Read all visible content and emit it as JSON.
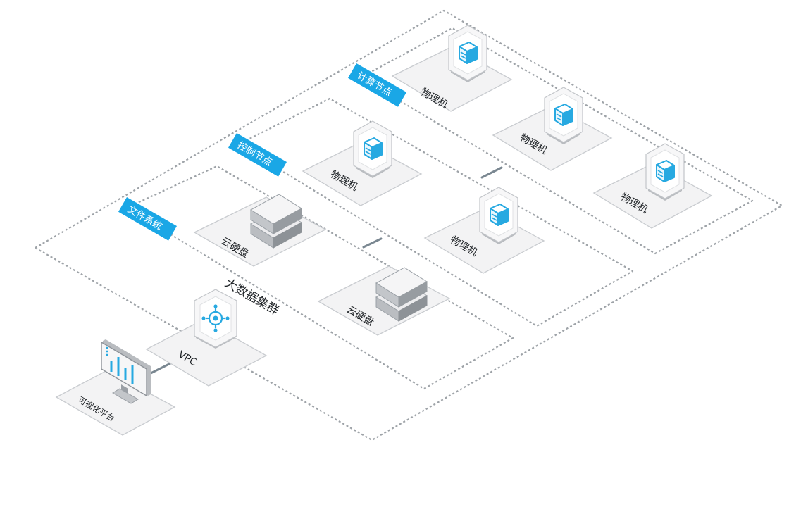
{
  "diagram": {
    "cluster_title": "大数据集群",
    "groups": {
      "compute": {
        "tag": "计算节点"
      },
      "control": {
        "tag": "控制节点"
      },
      "filesystem": {
        "tag": "文件系统"
      }
    },
    "nodes": {
      "physical_label": "物理机",
      "disk_label": "云硬盘",
      "vpc_label": "VPC",
      "platform_label": "可视化平台"
    }
  },
  "colors": {
    "accent": "#1aa7e6",
    "dash": "#9ea3a8",
    "tile": "#f3f3f4",
    "icon_blue": "#27a9e1",
    "text": "#1e2226"
  },
  "icons": [
    "server-icon",
    "cloud-disk-icon",
    "vpc-icon",
    "monitor-chart-icon"
  ]
}
